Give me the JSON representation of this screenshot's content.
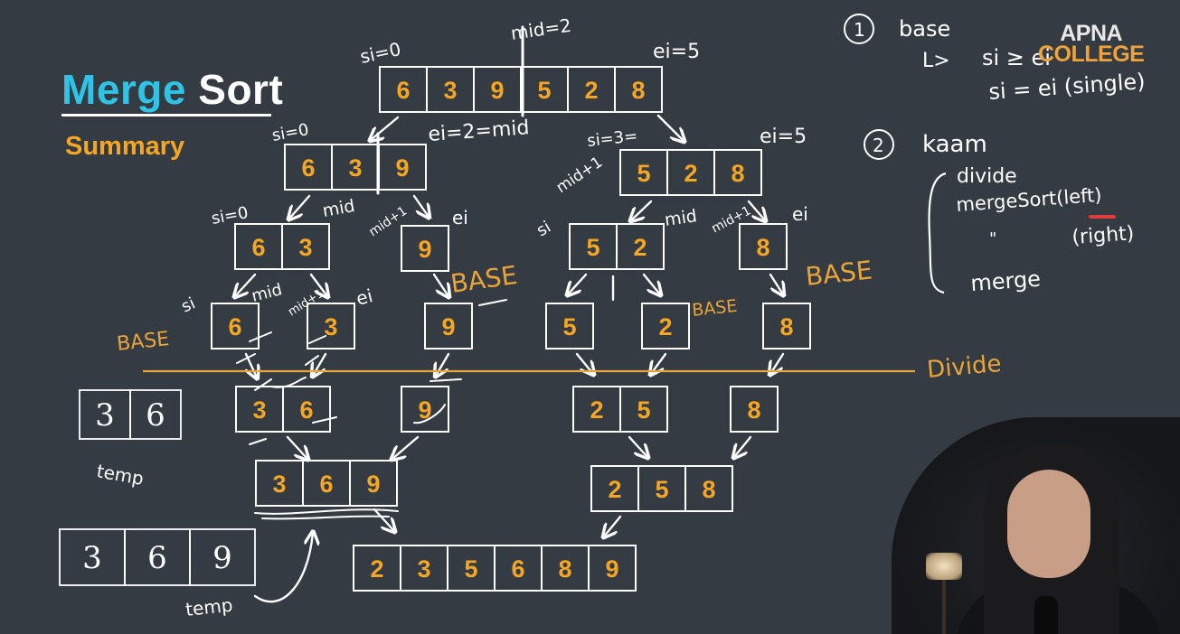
{
  "title": {
    "word1": "Merge",
    "word2": "Sort"
  },
  "subtitle": "Summary",
  "logo": {
    "line1": "APNA",
    "line2": "COLLEGE"
  },
  "notes": {
    "n1": "1",
    "base": "base",
    "arrow": "L>",
    "si_ei": "si ≥ ei",
    "si_eq_ei": "si = ei (single)",
    "n2": "2",
    "kaam": "kaam",
    "divide": "divide",
    "merge_sort_left": "mergeSort(left)",
    "ditto": "\"",
    "right": "(right)",
    "merge": "merge"
  },
  "labels": {
    "si0_top": "si=0",
    "mid2": "mid=2",
    "ei5_top": "ei=5",
    "si0_l": "si=0",
    "ei2mid": "ei=2=mid",
    "si3": "si=3=",
    "midp1_r": "mid+1",
    "ei5_r": "ei=5",
    "si0_l2": "si=0",
    "mid_l2": "mid",
    "midp1_l2": "mid+1",
    "ei_l2": "ei",
    "si_r2": "si",
    "mid_r2": "mid",
    "midp1_r2": "mid+1",
    "ei_r2": "ei",
    "si_l3": "si",
    "mid_l3": "mid",
    "midp1_l3": "mid+1",
    "ei_l3": "ei",
    "base_left": "BASE",
    "base_mid": "BASE",
    "base_r2": "BASE",
    "base_right": "BASE",
    "divide": "Divide",
    "temp1": "temp",
    "temp2": "temp"
  },
  "arrays": {
    "root": [
      "6",
      "3",
      "9",
      "5",
      "2",
      "8"
    ],
    "l1": [
      "6",
      "3",
      "9"
    ],
    "r1": [
      "5",
      "2",
      "8"
    ],
    "ll2": [
      "6",
      "3"
    ],
    "lr2": [
      "9"
    ],
    "rl2": [
      "5",
      "2"
    ],
    "rr2": [
      "8"
    ],
    "d6": [
      "6"
    ],
    "d3": [
      "3"
    ],
    "d9": [
      "9"
    ],
    "d5": [
      "5"
    ],
    "d2": [
      "2"
    ],
    "d8": [
      "8"
    ],
    "m36": [
      "3",
      "6"
    ],
    "m9": [
      "9"
    ],
    "m25": [
      "2",
      "5"
    ],
    "m8": [
      "8"
    ],
    "m369": [
      "3",
      "6",
      "9"
    ],
    "m258": [
      "2",
      "5",
      "8"
    ],
    "final": [
      "2",
      "3",
      "5",
      "6",
      "8",
      "9"
    ],
    "temp1": [
      "3",
      "6"
    ],
    "temp2": [
      "3",
      "6",
      "9"
    ]
  },
  "colors": {
    "background": "#343b42",
    "accent_blue": "#2fc3e6",
    "accent_orange": "#f5a623",
    "chalk": "#ffffff",
    "divide_line": "#e9a53a"
  }
}
